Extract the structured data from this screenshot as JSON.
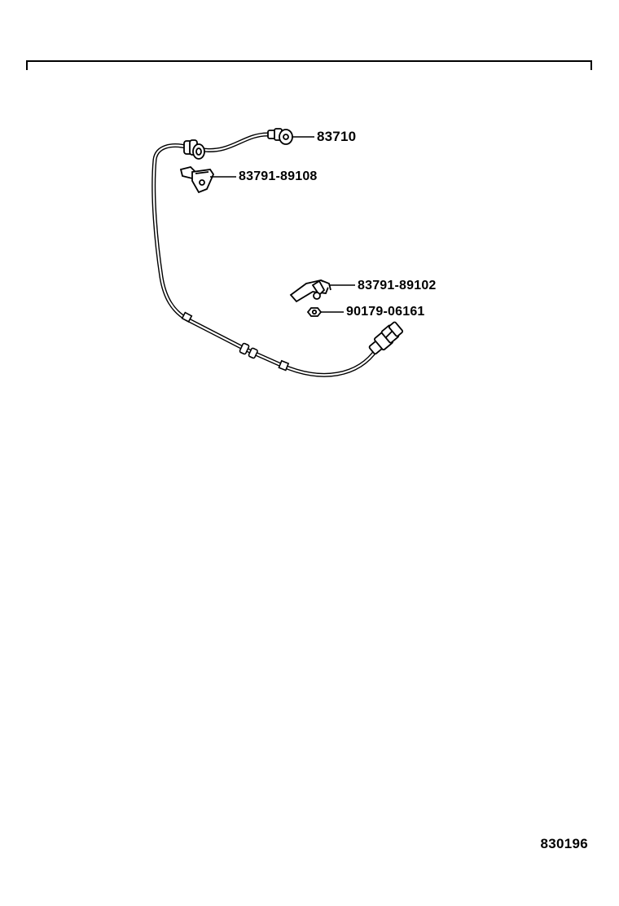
{
  "parts": [
    {
      "id": "sensor",
      "number": "83710",
      "icon": "speed-sensor-icon"
    },
    {
      "id": "clamp-upper",
      "number": "83791-89108",
      "icon": "clamp-bracket-icon"
    },
    {
      "id": "clamp-lower",
      "number": "83791-89102",
      "icon": "clamp-bracket-icon"
    },
    {
      "id": "bolt",
      "number": "90179-06161",
      "icon": "nut-icon"
    }
  ],
  "drawing_number": "830196",
  "colors": {
    "line": "#000000",
    "background": "#ffffff"
  }
}
